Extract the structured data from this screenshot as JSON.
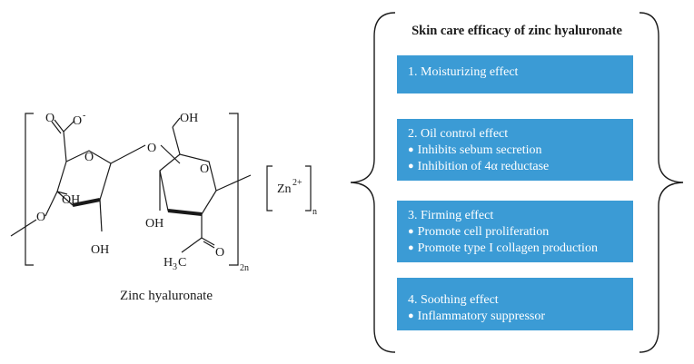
{
  "structure": {
    "caption": "Zinc hyaluronate",
    "labels": {
      "carboxylate_o": "O",
      "carboxylate_charge": "-",
      "carbonyl_o": "O",
      "glycosidic_o": "O",
      "ring1_o": "O",
      "ring2_o": "O",
      "ring1_oh_upper": "OH",
      "ring1_oh_lower": "OH",
      "ring2_oh": "OH",
      "ch2oh": "OH",
      "methyl_h": "H",
      "methyl_sub": "3",
      "methyl_c": "C",
      "acetyl_o": "O",
      "repeat_n": "2n",
      "zinc": "Zn",
      "zinc_charge": "2+",
      "zinc_n": "n"
    }
  },
  "panel": {
    "title": "Skin care efficacy of zinc hyaluronate",
    "cards": [
      {
        "heading": "1. Moisturizing effect",
        "bullets": []
      },
      {
        "heading": "2. Oil control effect",
        "bullets": [
          "Inhibits sebum secretion",
          "Inhibition of 4α reductase"
        ]
      },
      {
        "heading": "3. Firming effect",
        "bullets": [
          "Promote cell proliferation",
          "Promote type I collagen production"
        ]
      },
      {
        "heading": "4. Soothing effect",
        "bullets": [
          "Inflammatory suppressor"
        ]
      }
    ],
    "card_color": "#3b9bd5"
  }
}
